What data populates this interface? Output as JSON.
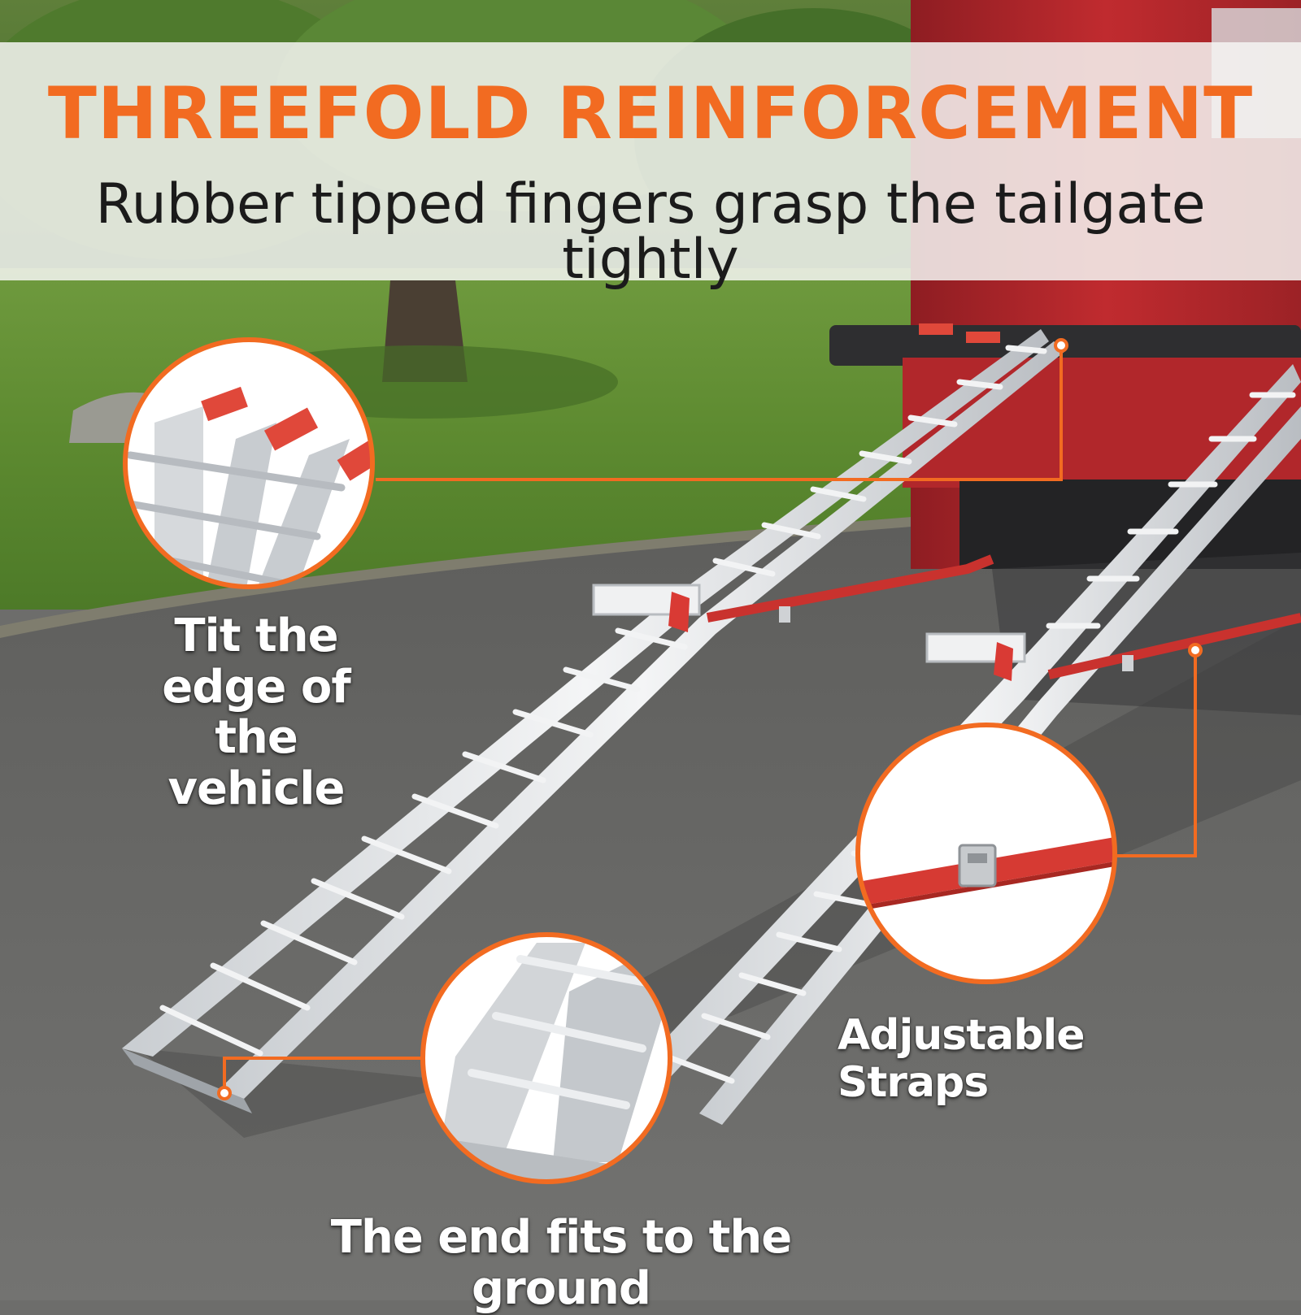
{
  "header": {
    "title": "THREEFOLD REINFORCEMENT",
    "subtitle": "Rubber tipped fingers grasp the tailgate tightly"
  },
  "callouts": {
    "edge_label": "Tit the edge of the vehicle",
    "straps_label": "Adjustable Straps",
    "ground_label": "The end fits to the ground"
  },
  "colors": {
    "accent": "#f26b21",
    "rubber_tip": "#e0483a",
    "truck_red": "#b3262a",
    "aluminum": "#e8eaec",
    "strap_red": "#c9322e"
  }
}
